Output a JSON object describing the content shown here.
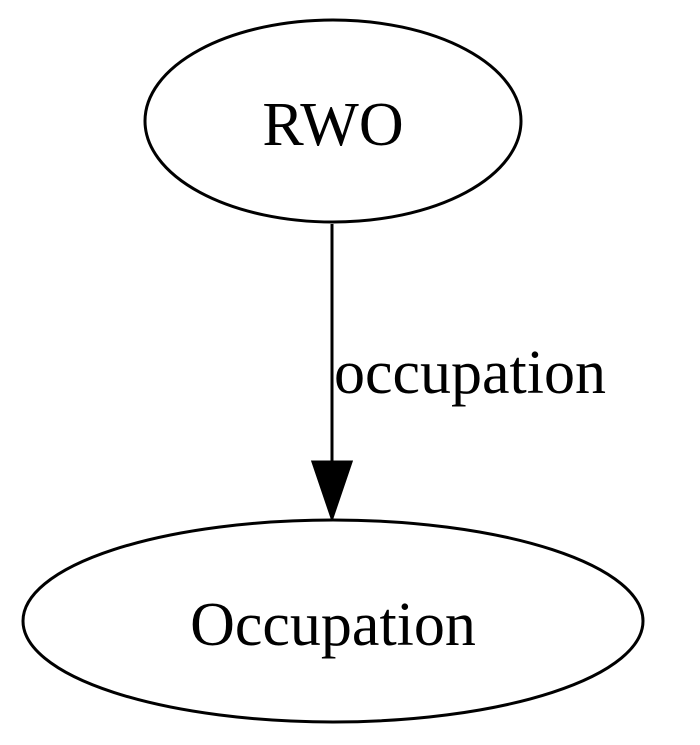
{
  "diagram": {
    "nodes": [
      {
        "id": "rwo",
        "label": "RWO"
      },
      {
        "id": "occupation",
        "label": "Occupation"
      }
    ],
    "edges": [
      {
        "from": "rwo",
        "to": "occupation",
        "label": "occupation"
      }
    ]
  }
}
